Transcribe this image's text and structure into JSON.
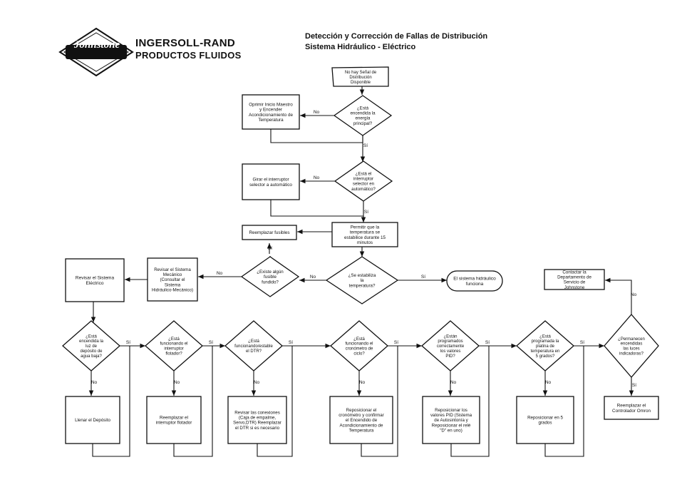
{
  "header": {
    "logo_text": "Johnstone",
    "brand": "INGERSOLL-RAND",
    "sub_brand": "PRODUCTOS FLUIDOS",
    "title_line1": "Detección y Corrección de Fallas de Distribución",
    "title_line2": "Sistema Hidráulico - Eléctrico"
  },
  "diagram": {
    "start": "No hay Señal de Distribución Disponible",
    "d_energy": "¿Está encendida la energía principal?",
    "a_power": "Oprimir Inicio Maestro y Encender Acondicionamiento de Temperatura",
    "d_selector": "¿Está el interruptor selector en automático?",
    "a_selector": "Girar el interruptor selector a automático",
    "a_wait": "Permitir que la temperatura se estabilice durante 15 minutos",
    "a_fuses": "Reemplazar fusibles",
    "d_stable": "¿Se estabiliza la temperatura?",
    "end_ok": "El sistema hidráulico funciona",
    "d_fuse": "¿Existe algún fusible fundido?",
    "a_mech": "Revisar el Sistema Mecánico (Consultar el Sistema Hidráulico-Mecánico)",
    "a_elec": "Revisar el Sistema Eléctrico",
    "d_level": "¿Está encendida la luz de depósito de agua baja?",
    "a_level": "Llenar el Depósito",
    "d_float": "¿Está funcionando el interruptor flotador?",
    "a_float": "Reemplazar el interruptor flotador",
    "d_dtr": "¿Está funcionando/estable el DTR?",
    "a_dtr": "Revisar las conexiones (Caja de empalme, Servo,DTR) Reemplazar el DTR si es necesario",
    "d_timer": "¿Está funcionando el cronómetro de ciclo?",
    "a_timer": "Reposicionar el cronómetro y confirmar el Encendido de Acondicionamiento de Temperatura",
    "d_pid": "¿Están programados correctamente los valores PID?",
    "a_pid": "Reposicionar los valores PID (Sistema de Autosintonía y Reposicionar el relé \"D\" en uno)",
    "d_setpoint": "¿Está programada la platina de temperatura en 5 grados?",
    "a_setpoint": "Reposicionar en 5 grados",
    "d_lights": "¿Permanecen encendidas las luces indicadoras?",
    "a_controller": "Reemplazar el Controlador Omron",
    "a_contact": "Contactar la Departamento de Servicio de Johnstone",
    "yes": "Sí",
    "no": "No"
  }
}
